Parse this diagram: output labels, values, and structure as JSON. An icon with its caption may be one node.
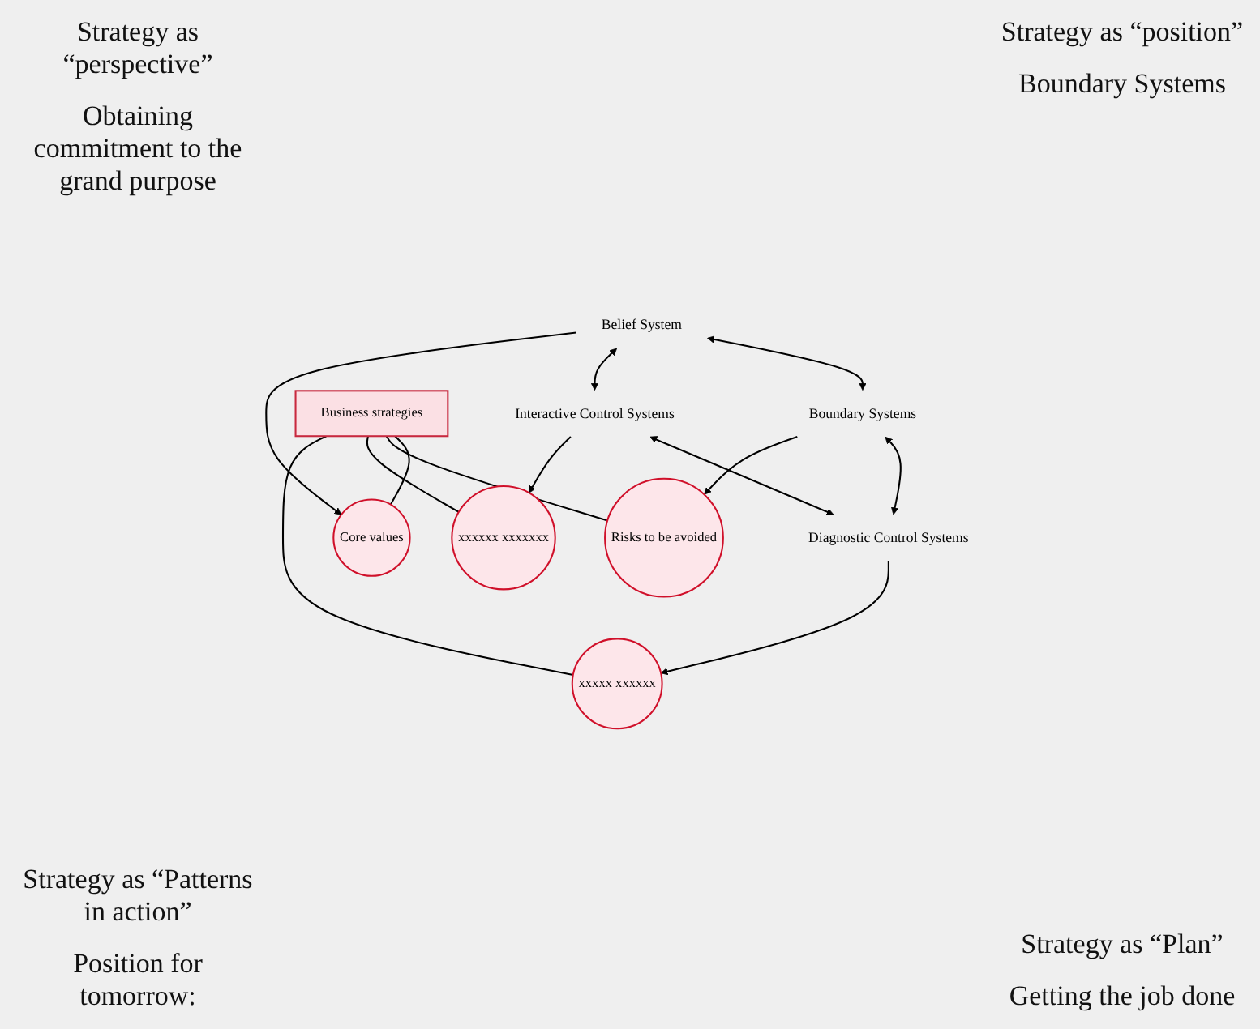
{
  "diagram": {
    "nodes": [
      {
        "text": [
          "Belief System"
        ]
      },
      {
        "text": [
          "Boundary Systems"
        ]
      },
      {
        "text": [
          "Core values"
        ]
      },
      {
        "text": [
          "Risks to be avoided"
        ]
      },
      {
        "text": [
          "Business strategies"
        ]
      },
      {
        "text": [
          "xxxxxx xxxxxxx"
        ]
      },
      {
        "text": [
          "xxxxx xxxxxx"
        ]
      },
      {
        "text": [
          "Interactive Control Systems"
        ]
      },
      {
        "text": [
          "Diagnostic Control Systems"
        ]
      }
    ],
    "edges": [
      {
        "from": 0,
        "to": 1,
        "arrow": "both"
      },
      {
        "from": 1,
        "to": 8,
        "arrow": "both"
      },
      {
        "from": 7,
        "to": 8,
        "arrow": "both"
      },
      {
        "from": 0,
        "to": 7,
        "arrow": "both"
      },
      {
        "from": 0,
        "to": 2,
        "arrow": "to"
      },
      {
        "from": 1,
        "to": 3,
        "arrow": "to"
      },
      {
        "from": 7,
        "to": 5,
        "arrow": "to"
      },
      {
        "from": 8,
        "to": 6,
        "arrow": "to"
      },
      {
        "from": 4,
        "to": 2,
        "arrow": "none"
      },
      {
        "from": 4,
        "to": 3,
        "arrow": "none"
      },
      {
        "from": 4,
        "to": 5,
        "arrow": "none"
      },
      {
        "from": 4,
        "to": 6,
        "arrow": "none"
      }
    ],
    "labels": [
      "Strategy as “perspective”",
      "Strategy as “position”",
      "Obtaining commitment to the grand purpose",
      "Boundary Systems",
      "Strategy as “Patterns in action”",
      "Strategy as “Plan”",
      "Position for tomorrow:",
      "Getting the job done"
    ]
  }
}
